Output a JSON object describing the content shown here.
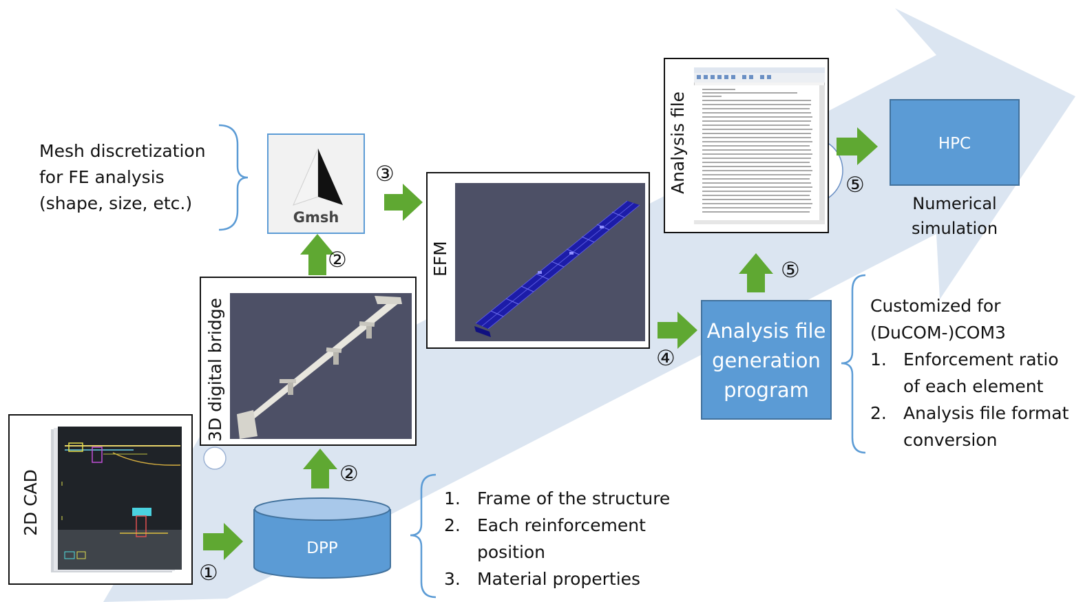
{
  "colors": {
    "big_arrow": "#dbe5f1",
    "green_arrow": "#5fa832",
    "blue_box": "#5b9bd5",
    "brace": "#5b9bd5",
    "render_bg": "#4d5066",
    "mesh": "#1c1ca8"
  },
  "labels": {
    "cad": "2D CAD",
    "digital_bridge": "3D digital bridge",
    "efm": "EFM",
    "analysis_file": "Analysis file",
    "gmsh": "Gmsh",
    "dpp": "DPP",
    "hpc": "HPC",
    "numerical_simulation": [
      "Numerical",
      "simulation"
    ],
    "generation_program": [
      "Analysis file",
      "generation",
      "program"
    ]
  },
  "steps": {
    "s1": "①",
    "s2a": "②",
    "s2b": "②",
    "s3": "③",
    "s4": "④",
    "s5a": "⑤",
    "s5b": "⑤"
  },
  "mesh_note": [
    "Mesh discretization",
    "for FE analysis",
    "(shape, size, etc.)"
  ],
  "customized_note": {
    "heading": [
      "Customized for",
      "(DuCOM-)COM3"
    ],
    "items": [
      {
        "num": "1.",
        "lines": [
          "Enforcement ratio",
          "of each element"
        ]
      },
      {
        "num": "2.",
        "lines": [
          "Analysis file format",
          "conversion"
        ]
      }
    ]
  },
  "dpp_note": {
    "items": [
      {
        "num": "1.",
        "lines": [
          "Frame of the structure"
        ]
      },
      {
        "num": "2.",
        "lines": [
          "Each reinforcement",
          "position"
        ]
      },
      {
        "num": "3.",
        "lines": [
          "Material properties"
        ]
      }
    ]
  },
  "icons": [
    "cad-screenshot",
    "bridge-render",
    "efm-mesh-render",
    "analysis-file-screenshot",
    "gmsh-logo-icon",
    "database-cylinder-icon"
  ]
}
